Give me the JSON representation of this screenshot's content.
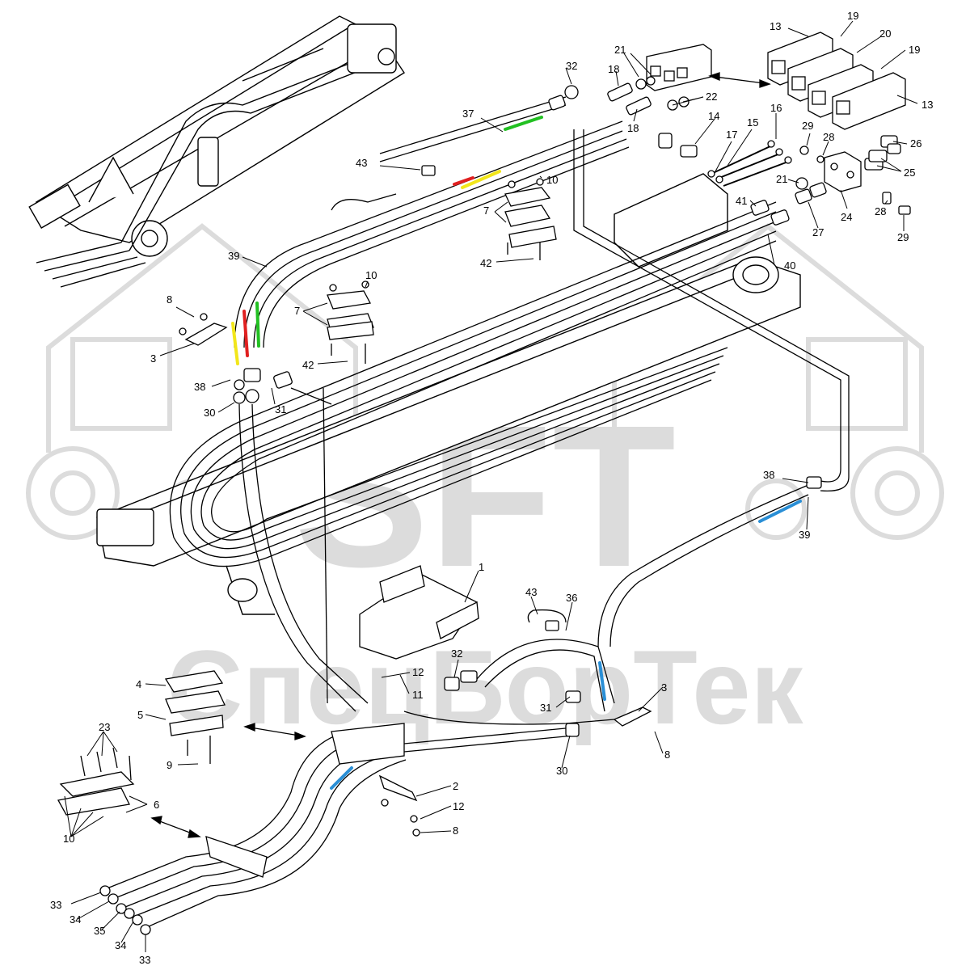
{
  "watermark": {
    "logo_text": "SFT",
    "brand_text": "СпецБорТек"
  },
  "colors": {
    "line": "#000000",
    "hose_fill": "#ffffff",
    "green": "#22c022",
    "red": "#e02020",
    "yellow": "#f2e61a",
    "blue": "#2a8fd6",
    "watermark": "#d9d9d9"
  },
  "callouts": [
    {
      "id": "c13a",
      "text": "13"
    },
    {
      "id": "c19a",
      "text": "19"
    },
    {
      "id": "c20",
      "text": "20"
    },
    {
      "id": "c19b",
      "text": "19"
    },
    {
      "id": "c13b",
      "text": "13"
    },
    {
      "id": "c21a",
      "text": "21"
    },
    {
      "id": "c32a",
      "text": "32"
    },
    {
      "id": "c18a",
      "text": "18"
    },
    {
      "id": "c22",
      "text": "22"
    },
    {
      "id": "c18b",
      "text": "18"
    },
    {
      "id": "c14",
      "text": "14"
    },
    {
      "id": "c37",
      "text": "37"
    },
    {
      "id": "c15",
      "text": "15"
    },
    {
      "id": "c16",
      "text": "16"
    },
    {
      "id": "c17",
      "text": "17"
    },
    {
      "id": "c29a",
      "text": "29"
    },
    {
      "id": "c28a",
      "text": "28"
    },
    {
      "id": "c26",
      "text": "26"
    },
    {
      "id": "c25",
      "text": "25"
    },
    {
      "id": "c43a",
      "text": "43"
    },
    {
      "id": "c10a",
      "text": "10"
    },
    {
      "id": "c21b",
      "text": "21"
    },
    {
      "id": "c7a",
      "text": "7"
    },
    {
      "id": "c24",
      "text": "24"
    },
    {
      "id": "c41",
      "text": "41"
    },
    {
      "id": "c28b",
      "text": "28"
    },
    {
      "id": "c27",
      "text": "27"
    },
    {
      "id": "c29b",
      "text": "29"
    },
    {
      "id": "c42a",
      "text": "42"
    },
    {
      "id": "c40",
      "text": "40"
    },
    {
      "id": "c39a",
      "text": "39"
    },
    {
      "id": "c10b",
      "text": "10"
    },
    {
      "id": "c8a",
      "text": "8"
    },
    {
      "id": "c7b",
      "text": "7"
    },
    {
      "id": "c3a",
      "text": "3"
    },
    {
      "id": "c42b",
      "text": "42"
    },
    {
      "id": "c38a",
      "text": "38"
    },
    {
      "id": "c31a",
      "text": "31"
    },
    {
      "id": "c30a",
      "text": "30"
    },
    {
      "id": "c38b",
      "text": "38"
    },
    {
      "id": "c39b",
      "text": "39"
    },
    {
      "id": "c1",
      "text": "1"
    },
    {
      "id": "c43b",
      "text": "43"
    },
    {
      "id": "c36",
      "text": "36"
    },
    {
      "id": "c32b",
      "text": "32"
    },
    {
      "id": "c12a",
      "text": "12"
    },
    {
      "id": "c11",
      "text": "11"
    },
    {
      "id": "c4",
      "text": "4"
    },
    {
      "id": "c5",
      "text": "5"
    },
    {
      "id": "c3b",
      "text": "3"
    },
    {
      "id": "c31b",
      "text": "31"
    },
    {
      "id": "c8b",
      "text": "8"
    },
    {
      "id": "c30b",
      "text": "30"
    },
    {
      "id": "c9",
      "text": "9"
    },
    {
      "id": "c23",
      "text": "23"
    },
    {
      "id": "c2",
      "text": "2"
    },
    {
      "id": "c6",
      "text": "6"
    },
    {
      "id": "c12b",
      "text": "12"
    },
    {
      "id": "c8c",
      "text": "8"
    },
    {
      "id": "c10c",
      "text": "10"
    },
    {
      "id": "c33a",
      "text": "33"
    },
    {
      "id": "c34a",
      "text": "34"
    },
    {
      "id": "c35",
      "text": "35"
    },
    {
      "id": "c34b",
      "text": "34"
    },
    {
      "id": "c33b",
      "text": "33"
    }
  ]
}
